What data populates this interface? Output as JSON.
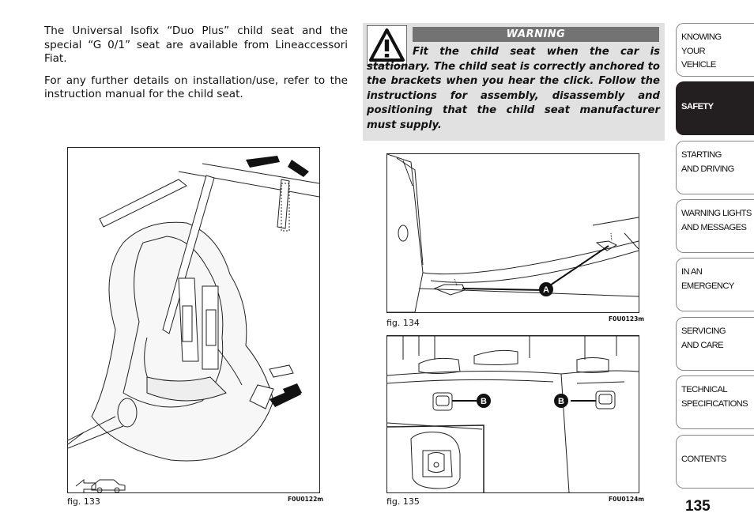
{
  "intro": {
    "p1": "The Universal Isofix “Duo Plus” child seat and the special “G 0/1” seat are available from Lineaccessori Fiat.",
    "p2": "For any further details on installation/use, refer to the instruction manual for the child seat."
  },
  "warning": {
    "title": "WARNING",
    "text": "Fit the child seat when the car is stationary. The child seat is correctly anchored to the brackets when you hear the click. Follow the instructions for assembly, disassembly and positioning that the child seat manufacturer must supply."
  },
  "figures": [
    {
      "caption": "fig. 133",
      "code": "F0U0122m"
    },
    {
      "caption": "fig. 134",
      "code": "F0U0123m",
      "labels": [
        "A"
      ]
    },
    {
      "caption": "fig. 135",
      "code": "F0U0124m",
      "labels": [
        "B",
        "B"
      ]
    }
  ],
  "tabs": [
    {
      "lines": [
        "KNOWING",
        "YOUR",
        "VEHICLE"
      ],
      "active": false
    },
    {
      "lines": [
        "SAFETY"
      ],
      "active": true
    },
    {
      "lines": [
        "STARTING",
        "AND DRIVING"
      ],
      "active": false
    },
    {
      "lines": [
        "WARNING LIGHTS",
        "AND MESSAGES"
      ],
      "active": false
    },
    {
      "lines": [
        "IN AN",
        "EMERGENCY"
      ],
      "active": false
    },
    {
      "lines": [
        "SERVICING",
        "AND CARE"
      ],
      "active": false
    },
    {
      "lines": [
        "TECHNICAL",
        "SPECIFICATIONS"
      ],
      "active": false
    },
    {
      "lines": [
        "CONTENTS"
      ],
      "active": false
    }
  ],
  "page_number": "135"
}
